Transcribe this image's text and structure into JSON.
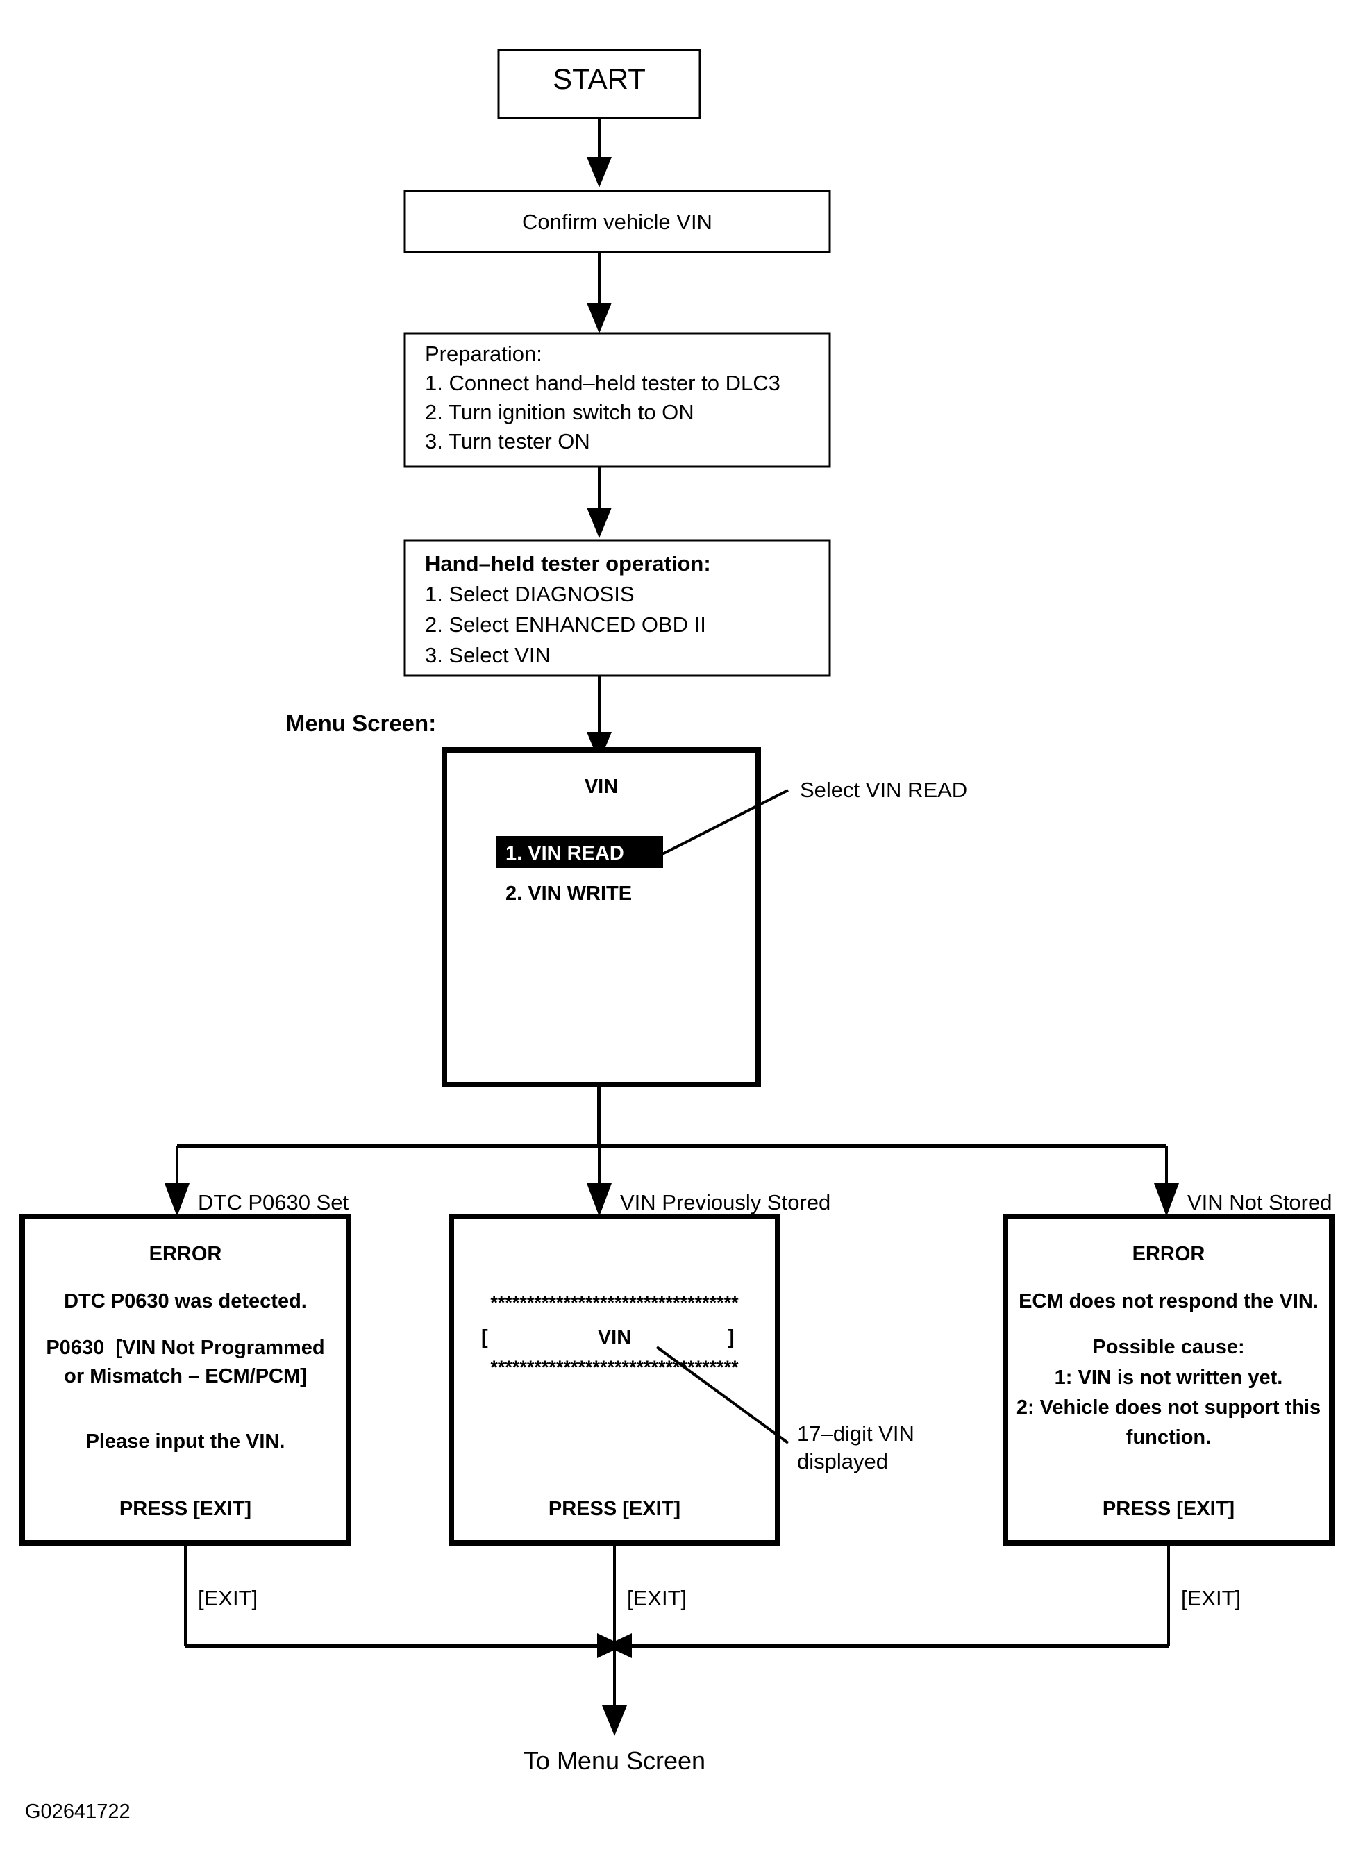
{
  "figure": {
    "code": "G02641722",
    "title_label": "Menu Screen:"
  },
  "nodes": {
    "start": {
      "label": "START"
    },
    "confirm_vin": {
      "label": "Confirm vehicle VIN"
    },
    "preparation": {
      "heading": "Preparation:",
      "steps": [
        "1. Connect hand–held tester to DLC3",
        "2. Turn ignition switch to ON",
        "3. Turn tester ON"
      ]
    },
    "tester_operation": {
      "heading": "Hand–held tester operation:",
      "steps": [
        "1. Select DIAGNOSIS",
        "2. Select ENHANCED OBD II",
        "3. Select VIN"
      ]
    },
    "menu_screen": {
      "title": "VIN",
      "items": [
        {
          "label": "1. VIN READ",
          "selected": true
        },
        {
          "label": "2. VIN WRITE",
          "selected": false
        }
      ],
      "callout": "Select VIN READ"
    },
    "error_dtc": {
      "branch_label": "DTC P0630 Set",
      "lines": [
        "ERROR",
        "DTC P0630 was detected.",
        "P0630  [VIN Not Programmed",
        "or Mismatch – ECM/PCM]",
        "Please input the VIN.",
        "PRESS [EXIT]"
      ],
      "exit_label": "[EXIT]"
    },
    "vin_stored": {
      "branch_label": "VIN Previously Stored",
      "stars_top": "**********************************",
      "bracket_open": "[",
      "vin_text": "VIN",
      "bracket_close": "]",
      "stars_bottom": "**********************************",
      "press": "PRESS [EXIT]",
      "callout_line1": "17–digit VIN",
      "callout_line2": "displayed",
      "exit_label": "[EXIT]"
    },
    "error_not_stored": {
      "branch_label": "VIN Not Stored",
      "lines": [
        "ERROR",
        "ECM does not respond the VIN.",
        "Possible cause:",
        "1: VIN is not written yet.",
        "2: Vehicle does not support this",
        "function.",
        "PRESS [EXIT]"
      ],
      "exit_label": "[EXIT]"
    },
    "end": {
      "label": "To Menu Screen"
    }
  },
  "colors": {
    "ink": "#000000",
    "paper": "#ffffff",
    "highlight_bg": "#000000",
    "highlight_fg": "#ffffff"
  }
}
